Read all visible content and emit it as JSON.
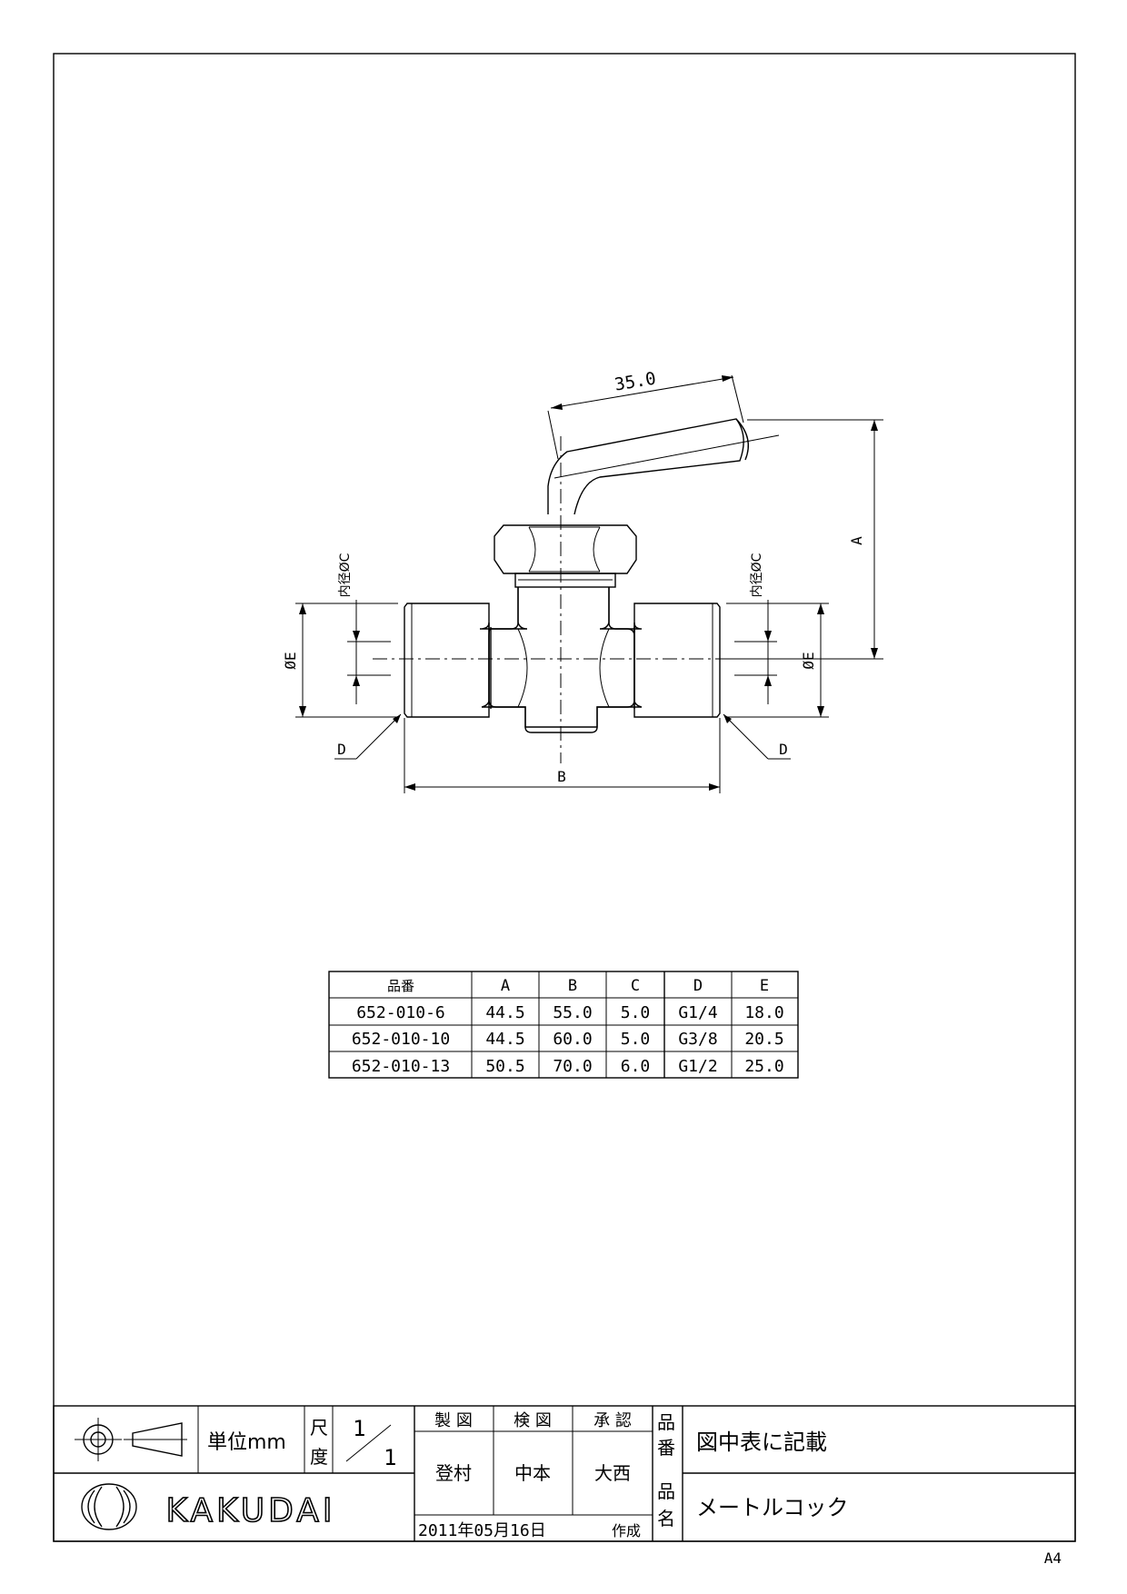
{
  "drawing": {
    "dim_handle": "35.0",
    "dim_a": "A",
    "dim_b": "B",
    "dim_c_left": "内径ØC",
    "dim_c_right": "内径ØC",
    "dim_e_left": "ØE",
    "dim_e_right": "ØE",
    "dim_d_left": "D",
    "dim_d_right": "D"
  },
  "table": {
    "headers": [
      "品番",
      "A",
      "B",
      "C",
      "D",
      "E"
    ],
    "rows": [
      [
        "652-010-6",
        "44.5",
        "55.0",
        "5.0",
        "G1/4",
        "18.0"
      ],
      [
        "652-010-10",
        "44.5",
        "60.0",
        "5.0",
        "G3/8",
        "20.5"
      ],
      [
        "652-010-13",
        "50.5",
        "70.0",
        "6.0",
        "G1/2",
        "25.0"
      ]
    ]
  },
  "title_block": {
    "unit_label": "単位mm",
    "scale_label_1": "尺",
    "scale_label_2": "度",
    "scale_num": "1",
    "scale_den": "1",
    "drawn_label": "製 図",
    "checked_label": "検 図",
    "approved_label": "承 認",
    "drawn_by": "登村",
    "checked_by": "中本",
    "approved_by": "大西",
    "part_no_label_1": "品",
    "part_no_label_2": "番",
    "part_no_value": "図中表に記載",
    "part_name_label_1": "品",
    "part_name_label_2": "名",
    "part_name_value": "メートルコック",
    "date": "2011年05月16日",
    "created_label": "作成",
    "brand": "KAKUDAI",
    "paper_size": "A4"
  }
}
